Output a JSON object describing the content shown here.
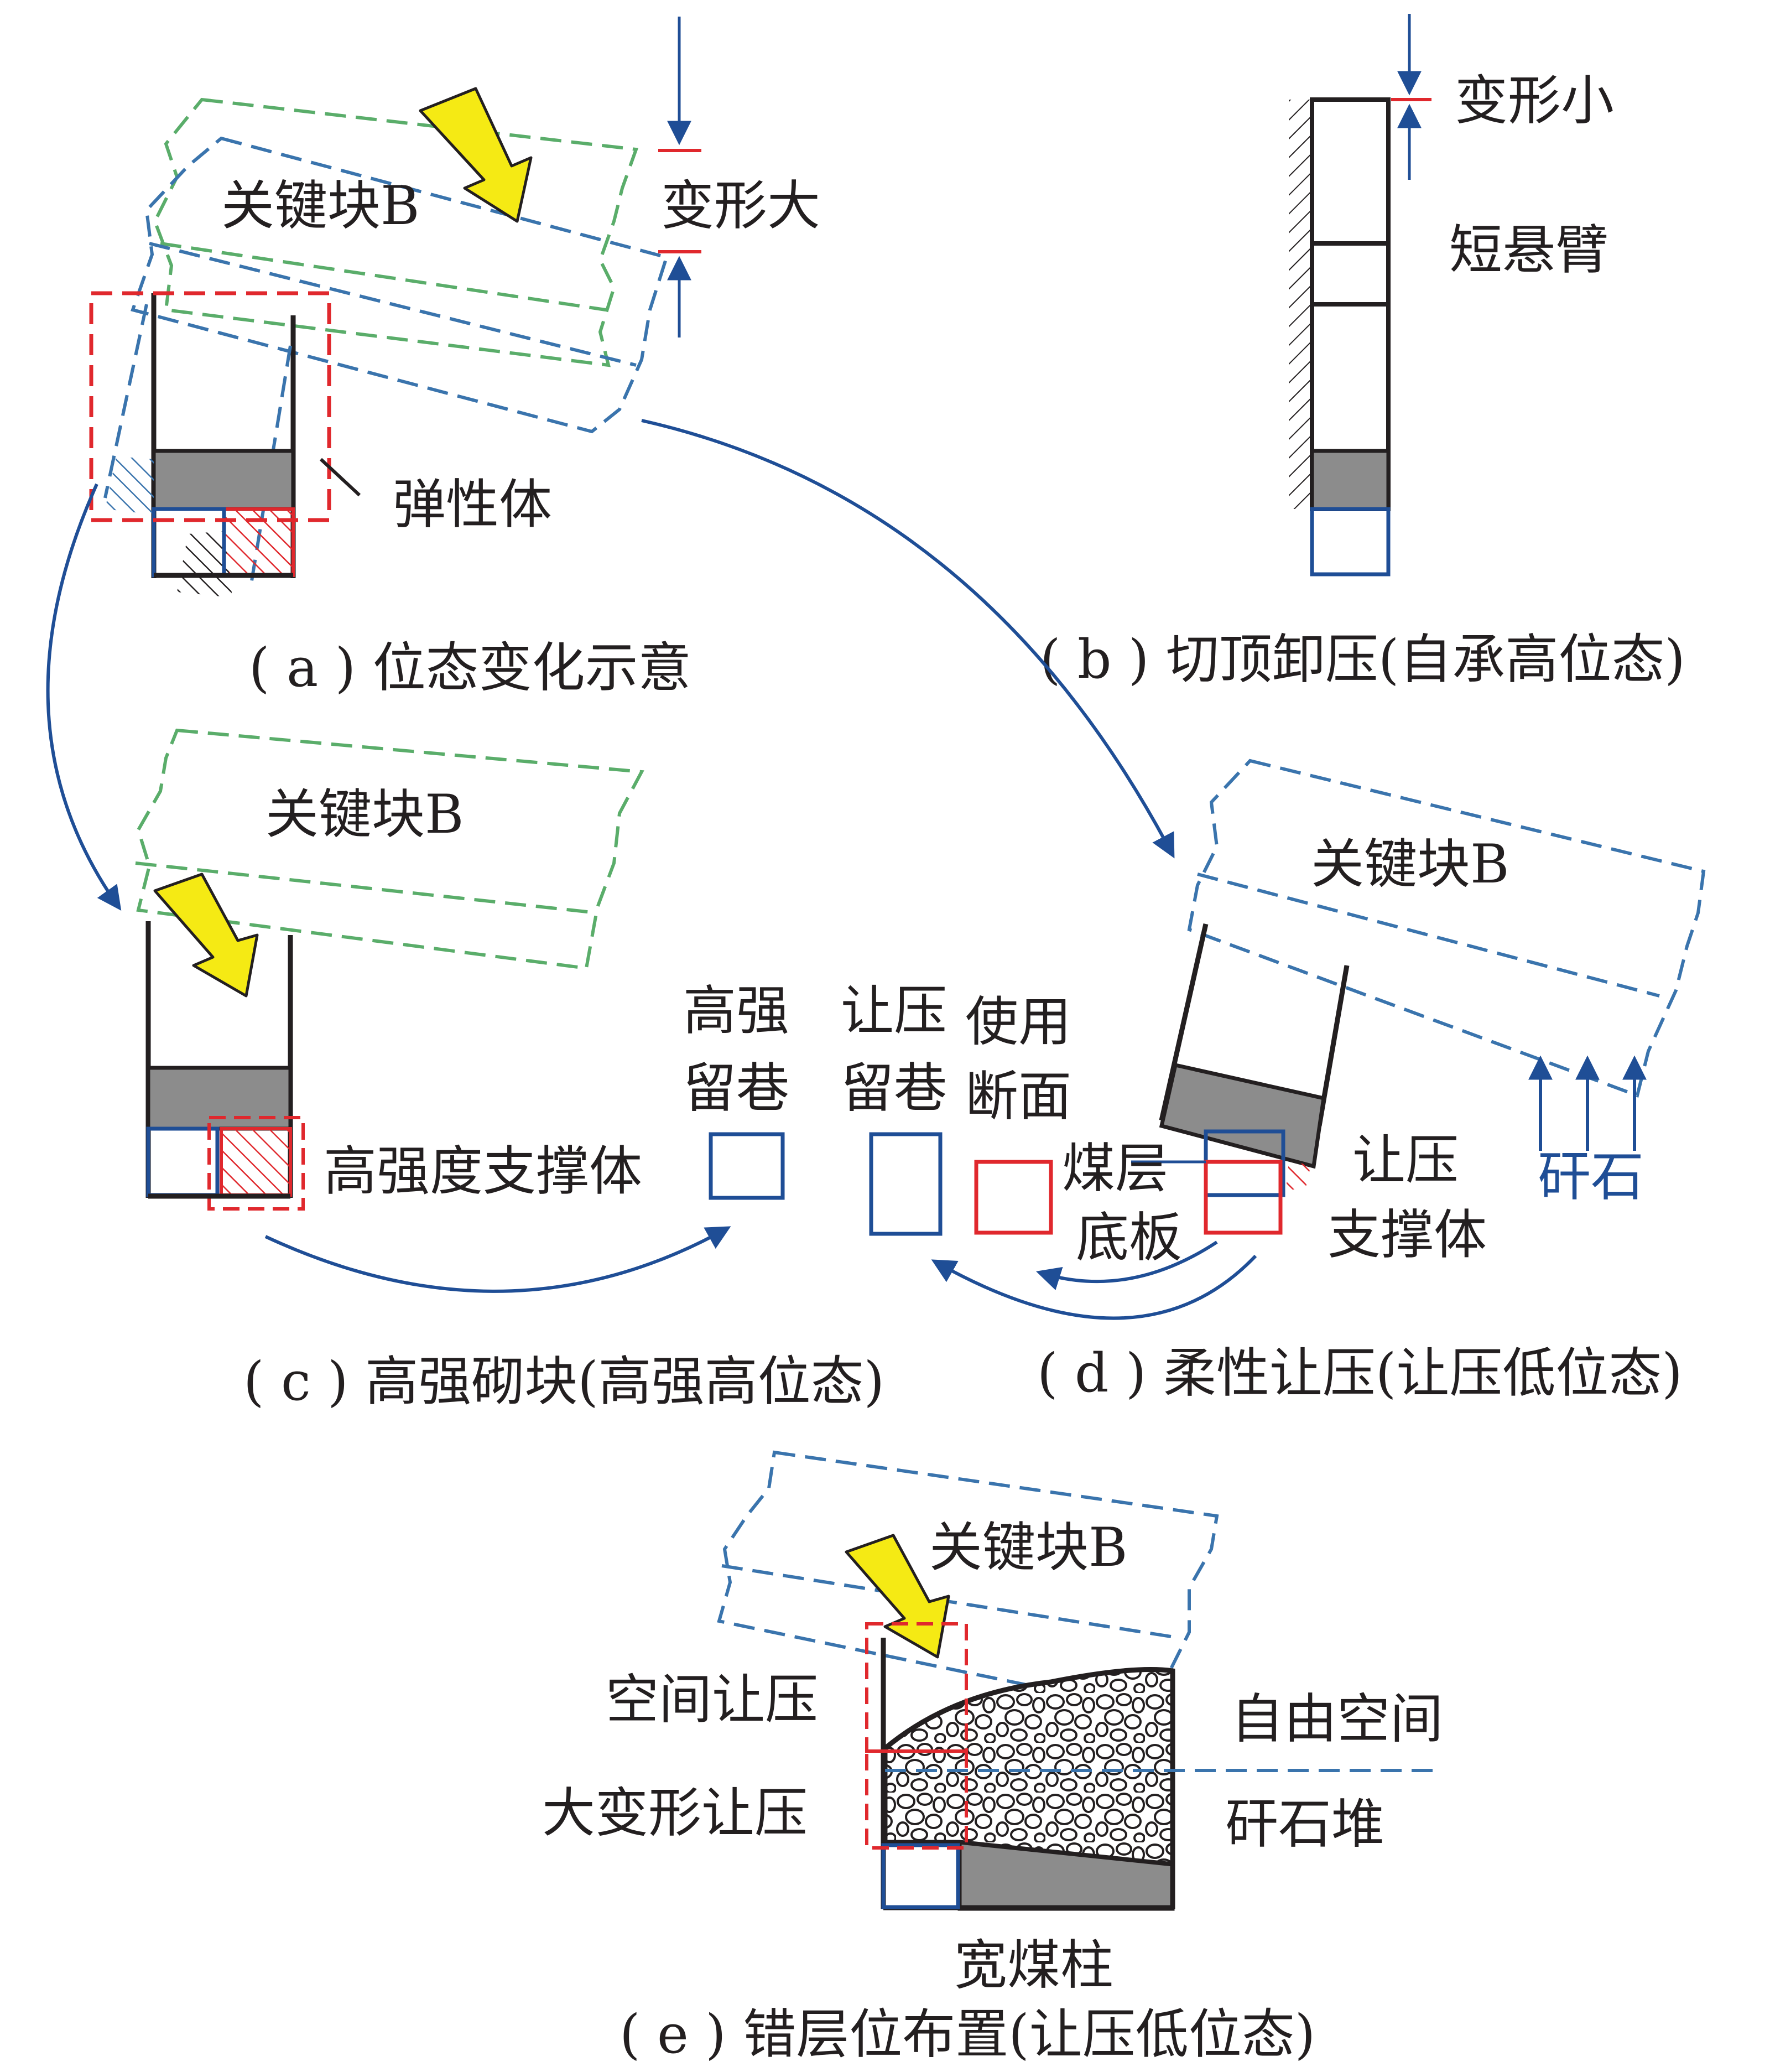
{
  "colors": {
    "black": "#231f20",
    "blue": "#1f4e96",
    "red": "#e0282d",
    "green": "#5aad6a",
    "dashed_blue": "#3a74ad",
    "gray": "#8c8c8c",
    "yellow": "#f5ea14"
  },
  "panel_a": {
    "key_block": "关键块B",
    "large_deformation": "变形大",
    "elastic_body": "弹性体",
    "caption": "( a ) 位态变化示意"
  },
  "panel_b": {
    "small_deformation": "变形小",
    "short_cantilever": "短悬臂",
    "caption": "( b ) 切顶卸压(自承高位态)"
  },
  "panel_c": {
    "key_block": "关键块B",
    "high_strength_support": "高强度支撑体",
    "caption": "( c ) 高强砌块(高强高位态)"
  },
  "middle": {
    "high_strength_roadway": [
      "高强",
      "留巷"
    ],
    "yield_roadway": [
      "让压",
      "留巷"
    ],
    "service_section": [
      "使用",
      "断面"
    ]
  },
  "panel_d": {
    "key_block": "关键块B",
    "coal_seam_floor": [
      "煤层",
      "底板"
    ],
    "yield_support": [
      "让压",
      "支撑体"
    ],
    "gangue": "矸石",
    "caption": "( d ) 柔性让压(让压低位态)"
  },
  "panel_e": {
    "key_block": "关键块B",
    "space_yield": "空间让压",
    "large_deformation_yield": "大变形让压",
    "free_space": "自由空间",
    "gangue_pile": "矸石堆",
    "wide_coal_pillar": "宽煤柱",
    "caption": "( e ) 错层位布置(让压低位态)"
  }
}
